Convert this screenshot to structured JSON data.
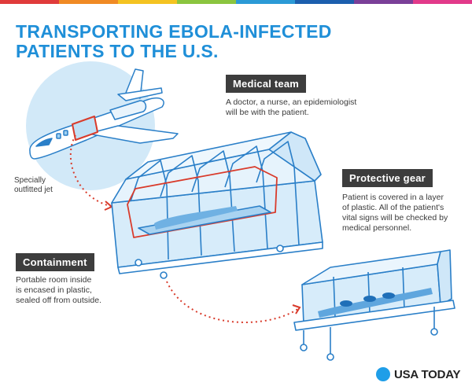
{
  "top_bar_colors": [
    "#e03b3b",
    "#f08a24",
    "#f4c321",
    "#8bc53f",
    "#2b9ad6",
    "#1c5fae",
    "#7a3f98",
    "#e23a8a"
  ],
  "title": {
    "line1": "TRANSPORTING EBOLA-INFECTED",
    "line2": "PATIENTS TO THE U.S."
  },
  "jet": {
    "label_line1": "Specially",
    "label_line2": "outfitted jet"
  },
  "medical_team": {
    "label": "Medical team",
    "line1": "A doctor, a nurse, an epidemiologist",
    "line2": "will be with the patient."
  },
  "protective_gear": {
    "label": "Protective gear",
    "line1": "Patient is covered in a layer",
    "line2": "of plastic. All of the patient's",
    "line3": "vital signs will be checked by",
    "line4": "medical personnel."
  },
  "containment": {
    "label": "Containment",
    "line1": "Portable room inside",
    "line2": "is encased in plastic,",
    "line3": "sealed off from outside."
  },
  "brand": {
    "name": "USA TODAY",
    "color": "#1f9ee8"
  },
  "colors": {
    "title": "#1f8fd8",
    "outline": "#2a7fc8",
    "glass": "#cfe8f8",
    "accent_red": "#d93b2b"
  }
}
